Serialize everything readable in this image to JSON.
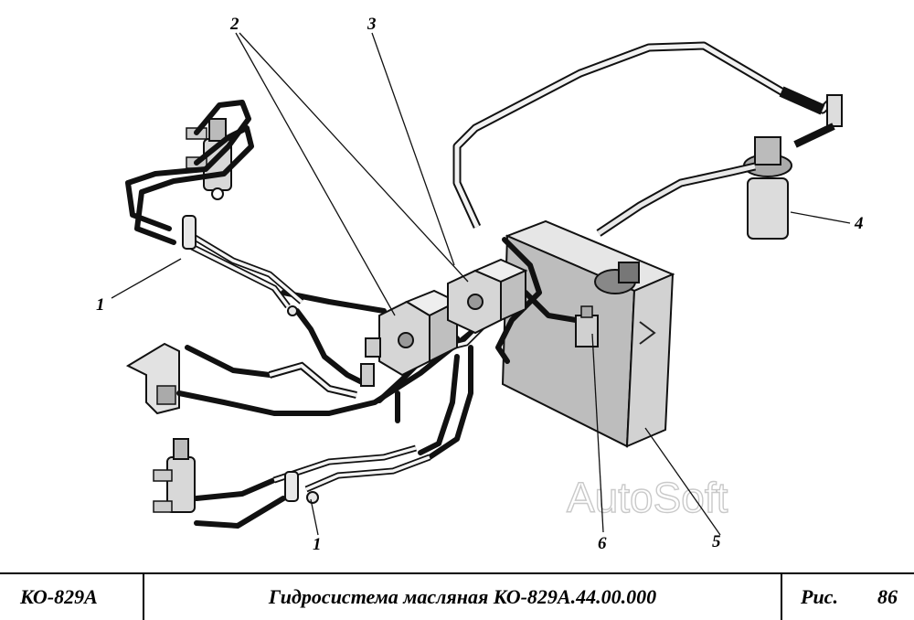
{
  "callouts": {
    "c1a": "1",
    "c1b": "1",
    "c2": "2",
    "c3": "3",
    "c4": "4",
    "c5": "5",
    "c6": "6"
  },
  "watermark": "AutoSoft",
  "title_block": {
    "model": "КО-829А",
    "title": "Гидросистема масляная КО-829А.44.00.000",
    "fig_label": "Рис.",
    "fig_number": "86"
  }
}
